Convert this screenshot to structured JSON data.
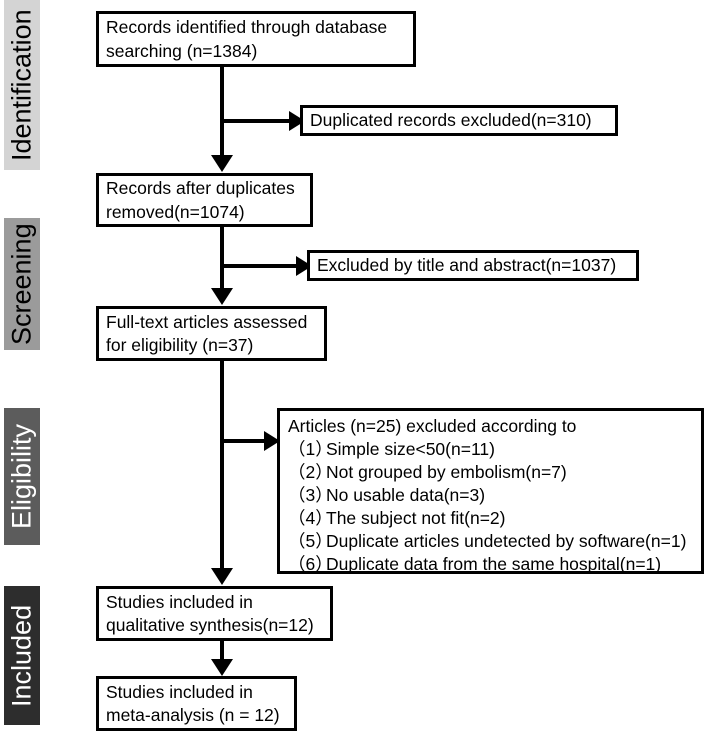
{
  "diagram": {
    "title": "PRISMA study selection flow diagram",
    "type": "flowchart"
  },
  "stages": [
    {
      "key": "identification",
      "label": "Identification",
      "background": "#d4d4d4",
      "text_color": "#000000"
    },
    {
      "key": "screening",
      "label": "Screening",
      "background": "#9b9b9b",
      "text_color": "#000000"
    },
    {
      "key": "eligibility",
      "label": "Eligibility",
      "background": "#5c5c5c",
      "text_color": "#ffffff"
    },
    {
      "key": "included",
      "label": "Included",
      "background": "#2d2d2d",
      "text_color": "#ffffff"
    }
  ],
  "boxes": {
    "records_identified": {
      "line1": "Records identified through database",
      "line2": "searching (n=1384)",
      "count": 1384
    },
    "duplicates_excluded": {
      "line1": "Duplicated records excluded(n=310)",
      "count": 310
    },
    "records_after_duplicates": {
      "line1": "Records after duplicates",
      "line2": "removed(n=1074)",
      "count": 1074
    },
    "excluded_title_abstract": {
      "line1": "Excluded by title and abstract(n=1037)",
      "count": 1037
    },
    "fulltext_assessed": {
      "line1": "Full-text articles assessed",
      "line2": "for eligibility (n=37)",
      "count": 37
    },
    "articles_excluded": {
      "heading": "Articles (n=25) excluded according to",
      "count": 25,
      "reasons": [
        {
          "index": "（1）",
          "text": "Simple size<50(n=11)",
          "count": 11
        },
        {
          "index": "（2）",
          "text": "Not grouped by embolism(n=7)",
          "count": 7
        },
        {
          "index": "（3）",
          "text": "No usable data(n=3)",
          "count": 3
        },
        {
          "index": "（4）",
          "text": "The subject not fit(n=2)",
          "count": 2
        },
        {
          "index": "（5）",
          "text": "Duplicate articles undetected by software(n=1)",
          "count": 1
        },
        {
          "index": "（6）",
          "text": "Duplicate data from the same hospital(n=1)",
          "count": 1
        }
      ]
    },
    "qualitative_synthesis": {
      "line1": "Studies included in",
      "line2": "qualitative synthesis(n=12)",
      "count": 12
    },
    "meta_analysis": {
      "line1": "Studies included in",
      "line2": "meta-analysis (n = 12)",
      "count": 12
    }
  },
  "colors": {
    "stroke": "#000000",
    "box_fill": "#ffffff",
    "page_background": "#ffffff"
  }
}
